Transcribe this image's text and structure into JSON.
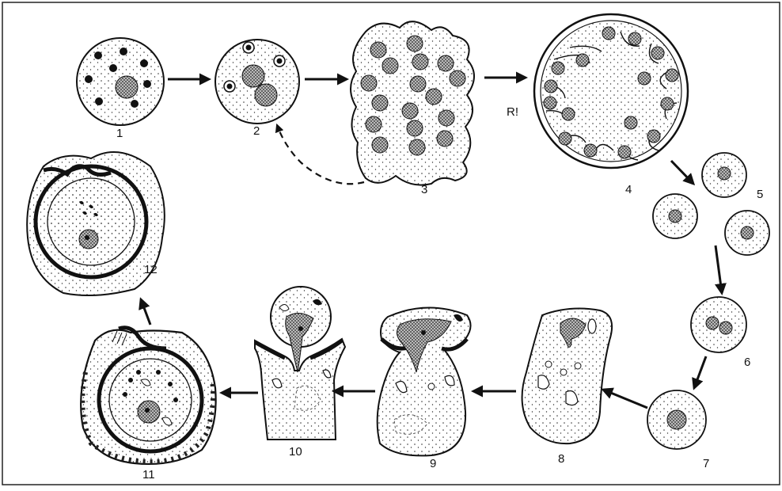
{
  "figure": {
    "background": "#ffffff",
    "ink": "#111111",
    "fill": "#f4f4f2",
    "stages": [
      {
        "label": "1"
      },
      {
        "label": "2"
      },
      {
        "label": "3"
      },
      {
        "label": "4"
      },
      {
        "label": "5"
      },
      {
        "label": "6"
      },
      {
        "label": "7"
      },
      {
        "label": "8"
      },
      {
        "label": "9"
      },
      {
        "label": "10"
      },
      {
        "label": "11"
      },
      {
        "label": "12"
      }
    ],
    "annotation": "R!"
  }
}
